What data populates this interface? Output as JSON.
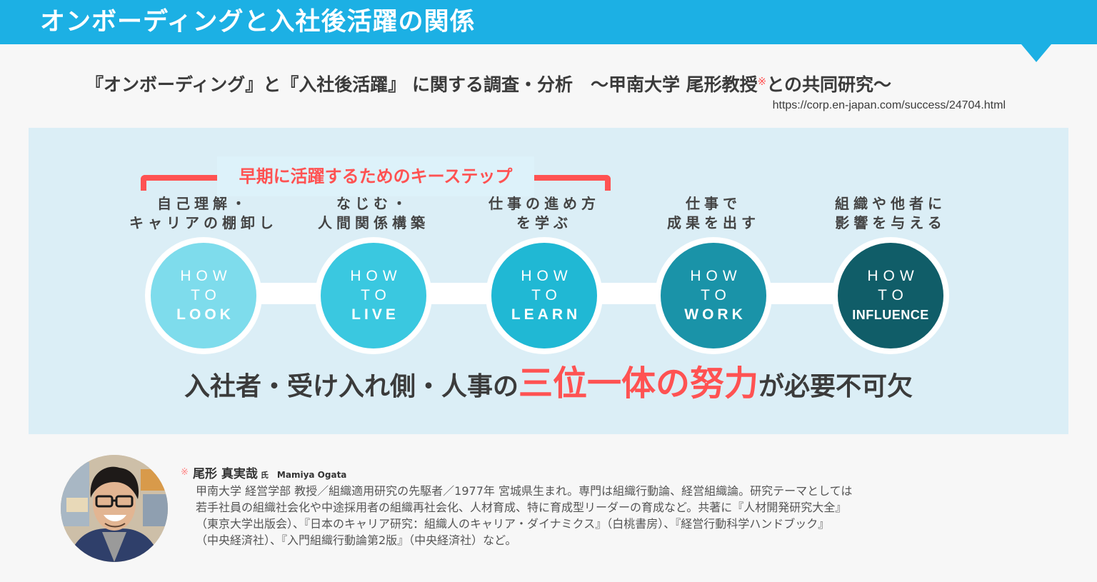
{
  "header": {
    "title": "オンボーディングと入社後活躍の関係",
    "color": "#1cb0e4"
  },
  "subtitle": {
    "main": "『オンボーディング』と『入社後活躍』 に関する調査・分析　～甲南大学 尾形教授",
    "mark": "※",
    "tail": "との共同研究～",
    "url": "https://corp.en-japan.com/success/24704.html"
  },
  "diagram": {
    "keystep_label": "早期に活躍するためのキーステップ",
    "accent_color": "#ff5252",
    "steps": [
      {
        "caption_line1": "自己理解・",
        "caption_line2": "キャリアの棚卸し",
        "how": "HOW",
        "to": "TO",
        "verb": "LOOK",
        "color": "#7edcec"
      },
      {
        "caption_line1": "なじむ・",
        "caption_line2": "人間関係構築",
        "how": "HOW",
        "to": "TO",
        "verb": "LIVE",
        "color": "#3ac8e0"
      },
      {
        "caption_line1": "仕事の進め方",
        "caption_line2": "を学ぶ",
        "how": "HOW",
        "to": "TO",
        "verb": "LEARN",
        "color": "#20b8d4"
      },
      {
        "caption_line1": "仕事で",
        "caption_line2": "成果を出す",
        "how": "HOW",
        "to": "TO",
        "verb": "WORK",
        "color": "#1a93a8"
      },
      {
        "caption_line1": "組織や他者に",
        "caption_line2": "影響を与える",
        "how": "HOW",
        "to": "TO",
        "verb": "INFLUENCE",
        "color": "#105d68"
      }
    ]
  },
  "slogan": {
    "prefix": "入社者・受け入れ側・人事の",
    "emphasis": "三位一体の努力",
    "suffix": "が必要不可欠"
  },
  "profile": {
    "mark": "※",
    "name": "尾形 真実哉",
    "honorific": "氏",
    "roman_name": "Mamiya Ogata",
    "bio_lines": [
      "甲南大学 経営学部 教授／組織適用研究の先駆者／1977年 宮城県生まれ。専門は組織行動論、経営組織論。研究テーマとしては",
      "若手社員の組織社会化や中途採用者の組織再社会化、人材育成、特に育成型リーダーの育成など。共著に『人材開発研究大全』",
      "（東京大学出版会）、『日本のキャリア研究：組織人のキャリア・ダイナミクス』（白桃書房）、『経営行動科学ハンドブック』",
      "（中央経済社）、『入門組織行動論第2版』（中央経済社）など。"
    ]
  }
}
